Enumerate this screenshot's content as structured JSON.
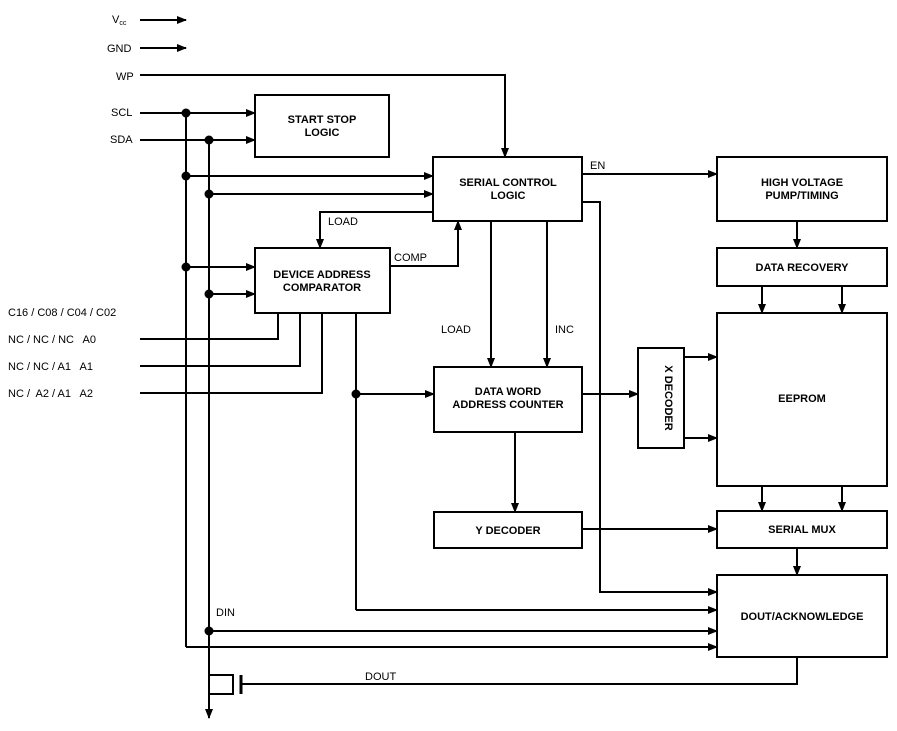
{
  "pins": {
    "vcc": "V",
    "vcc_sub": "cc",
    "gnd": "GND",
    "wp": "WP",
    "scl": "SCL",
    "sda": "SDA",
    "addr_header": "C16 / C08 / C04 / C02",
    "a0": "NC / NC / NC   A0",
    "a1": "NC / NC / A1   A1",
    "a2": "NC /  A2 / A1   A2"
  },
  "blocks": {
    "start_stop": [
      "START STOP",
      "LOGIC"
    ],
    "serial_control": [
      "SERIAL CONTROL",
      "LOGIC"
    ],
    "device_address": [
      "DEVICE ADDRESS",
      "COMPARATOR"
    ],
    "data_word": [
      "DATA WORD",
      "ADDRESS COUNTER"
    ],
    "y_decoder": "Y DECODER",
    "x_decoder": "X DECODER",
    "high_voltage": [
      "HIGH VOLTAGE",
      "PUMP/TIMING"
    ],
    "data_recovery": "DATA RECOVERY",
    "eeprom": "EEPROM",
    "serial_mux": "SERIAL MUX",
    "dout_ack": "DOUT/ACKNOWLEDGE"
  },
  "signals": {
    "en": "EN",
    "load_top": "LOAD",
    "comp": "COMP",
    "load": "LOAD",
    "inc": "INC",
    "din": "DIN",
    "dout": "DOUT"
  }
}
